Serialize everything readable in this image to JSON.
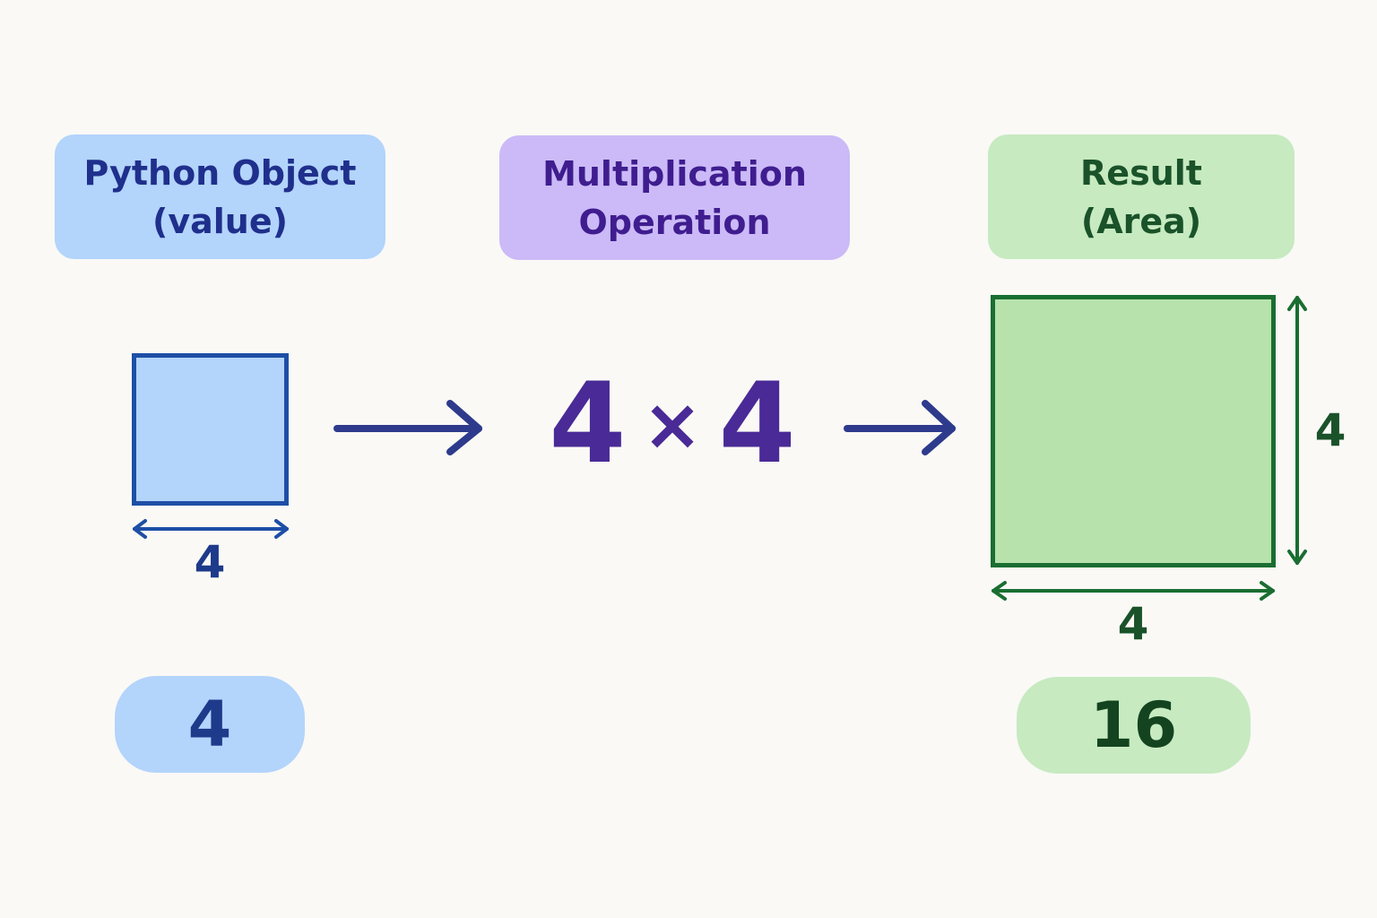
{
  "headers": {
    "python_object": {
      "line1": "Python Object",
      "line2": "(value)"
    },
    "multiplication": {
      "line1": "Multiplication",
      "line2": "Operation"
    },
    "result": {
      "line1": "Result",
      "line2": "(Area)"
    }
  },
  "input": {
    "side_label": "4",
    "value": "4"
  },
  "operation": {
    "left": "4",
    "operator": "×",
    "right": "4"
  },
  "output": {
    "width_label": "4",
    "height_label": "4",
    "value": "16"
  },
  "colors": {
    "background": "#faf9f6",
    "python_box": "#b3d4fb",
    "python_text": "#1f2f8c",
    "operation_box": "#cbbaf7",
    "operation_text": "#3f1d8f",
    "result_box": "#c7eac1",
    "result_text": "#1a5229",
    "arrow": "#2e3a8c"
  }
}
